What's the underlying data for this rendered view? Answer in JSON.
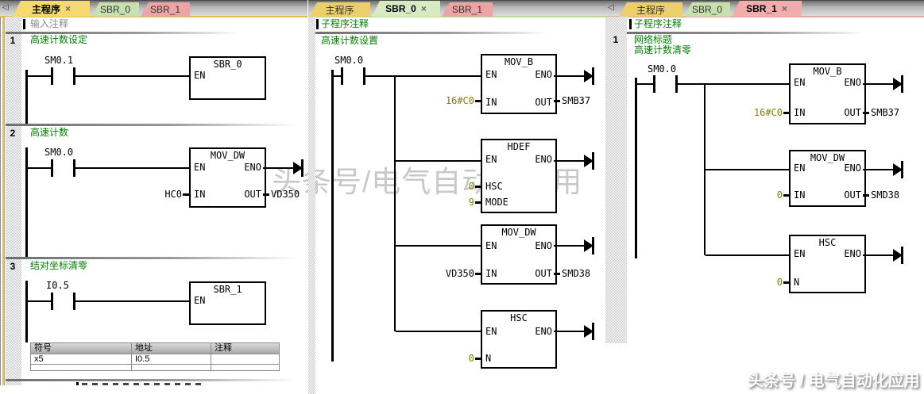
{
  "watermarks": {
    "center": "头条号/电气自动化应用",
    "corner": "头条号 / 电气自动化应用"
  },
  "glyphs": {
    "nav_left": "◁",
    "close": "×"
  },
  "colors": {
    "tab_main_yellow": "#f6d96f",
    "tab_sbr0_green": "#d6ebc1",
    "tab_sbr1_pink": "#f3acac",
    "network_title_green": "#008000",
    "constant_olive": "#808000",
    "comment_gray": "#8a8a8a"
  },
  "main": {
    "tabs": {
      "main": "主程序",
      "sbr0": "SBR_0",
      "sbr1": "SBR_1"
    },
    "comment": "输入注释",
    "nets": {
      "n1": {
        "num": "1",
        "title": "高速计数设定",
        "contact": "SM0.1",
        "box": {
          "title": "SBR_0",
          "en": "EN"
        }
      },
      "n2": {
        "num": "2",
        "title": "高速计数",
        "contact": "SM0.0",
        "box": {
          "title": "MOV_DW",
          "en": "EN",
          "eno": "ENO",
          "in": "IN",
          "out": "OUT",
          "in_val": "HC0",
          "out_val": "VD350"
        }
      },
      "n3": {
        "num": "3",
        "title": "结对坐标清零",
        "contact": "I0.5",
        "box": {
          "title": "SBR_1",
          "en": "EN"
        }
      }
    },
    "table": {
      "headers": {
        "sym": "符号",
        "addr": "地址",
        "cmt": "注释"
      },
      "row": {
        "sym": "x5",
        "addr": "I0.5",
        "cmt": ""
      }
    }
  },
  "sbr0": {
    "tabs": {
      "main": "主程序",
      "sbr0": "SBR_0",
      "sbr1": "SBR_1"
    },
    "comment": "子程序注释",
    "title": "高速计数设置",
    "contact": "SM0.0",
    "boxes": {
      "movb": {
        "title": "MOV_B",
        "en": "EN",
        "eno": "ENO",
        "in": "IN",
        "out": "OUT",
        "in_val": "16#C0",
        "out_val": "SMB37"
      },
      "hdef": {
        "title": "HDEF",
        "en": "EN",
        "eno": "ENO",
        "p1": "HSC",
        "p1_val": "0",
        "p2": "MODE",
        "p2_val": "9"
      },
      "movdw": {
        "title": "MOV_DW",
        "en": "EN",
        "eno": "ENO",
        "in": "IN",
        "out": "OUT",
        "in_val": "VD350",
        "out_val": "SMD38"
      },
      "hsc": {
        "title": "HSC",
        "en": "EN",
        "eno": "ENO",
        "p1": "N",
        "p1_val": "0"
      }
    }
  },
  "sbr1": {
    "tabs": {
      "main": "主程序",
      "sbr0": "SBR_0",
      "sbr1": "SBR_1"
    },
    "comment": "子程序注释",
    "num": "1",
    "title_line1": "网络标题",
    "title_line2": "高速计数清零",
    "contact": "SM0.0",
    "boxes": {
      "movb": {
        "title": "MOV_B",
        "en": "EN",
        "eno": "ENO",
        "in": "IN",
        "out": "OUT",
        "in_val": "16#C0",
        "out_val": "SMB37"
      },
      "movdw": {
        "title": "MOV_DW",
        "en": "EN",
        "eno": "ENO",
        "in": "IN",
        "out": "OUT",
        "in_val": "0",
        "out_val": "SMD38"
      },
      "hsc": {
        "title": "HSC",
        "en": "EN",
        "eno": "ENO",
        "p1": "N",
        "p1_val": "0"
      }
    }
  }
}
